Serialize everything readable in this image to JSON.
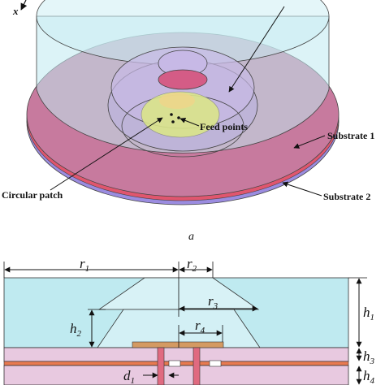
{
  "top_view": {
    "axis_label": "x",
    "labels": {
      "substrate_1": "Substrate 1",
      "substrate_2": "Substrate 2",
      "feed_points": "Feed points",
      "circular_patch": "Circular patch"
    },
    "caption": "a"
  },
  "cross_section": {
    "dimensions": {
      "r1": {
        "base": "r",
        "sub": "1"
      },
      "r2": {
        "base": "r",
        "sub": "2"
      },
      "r3": {
        "base": "r",
        "sub": "3"
      },
      "r4": {
        "base": "r",
        "sub": "4"
      },
      "h1": {
        "base": "h",
        "sub": "1"
      },
      "h2": {
        "base": "h",
        "sub": "2"
      },
      "h3": {
        "base": "h",
        "sub": "3"
      },
      "h4": {
        "base": "h",
        "sub": "4"
      },
      "d1": {
        "base": "d",
        "sub": "1"
      }
    }
  },
  "colors": {
    "dielectric_top": "#bfeaf0",
    "dielectric_edge": "#9fd7e3",
    "substrate_1": "#c77a9e",
    "substrate_2": "#9b8ce0",
    "copper_strip": "#e0566e",
    "patch": "#d9e48a",
    "upper_cavity": "#c7b9e6",
    "probe": "#e06a80",
    "line": "#222222"
  }
}
